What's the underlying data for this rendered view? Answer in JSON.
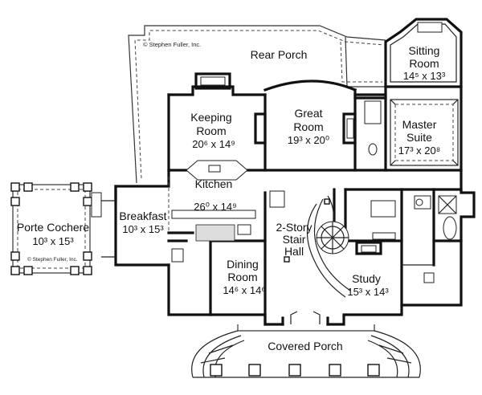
{
  "copyright_top": "© Stephen Fuller, Inc.",
  "copyright_bottom": "© Stephen Fuller, Inc.",
  "rooms": {
    "rear_porch": {
      "name": "Rear Porch"
    },
    "sitting_room": {
      "name_1": "Sitting",
      "name_2": "Room",
      "dim": "14⁵ x 13³"
    },
    "keeping_room": {
      "name_1": "Keeping",
      "name_2": "Room",
      "dim": "20⁶ x 14⁹"
    },
    "great_room": {
      "name_1": "Great",
      "name_2": "Room",
      "dim": "19³ x 20⁰"
    },
    "master_suite": {
      "name_1": "Master",
      "name_2": "Suite",
      "dim": "17³ x 20⁸"
    },
    "kitchen": {
      "name": "Kitchen",
      "dim": "26⁰ x 14⁹"
    },
    "breakfast": {
      "name": "Breakfast",
      "dim": "10³ x 15³"
    },
    "porte_cochere": {
      "name": "Porte Cochere",
      "dim": "10³ x 15³"
    },
    "stair_hall": {
      "name_1": "2-Story",
      "name_2": "Stair",
      "name_3": "Hall"
    },
    "dining_room": {
      "name_1": "Dining",
      "name_2": "Room",
      "dim": "14⁶ x 14⁶"
    },
    "study": {
      "name": "Study",
      "dim": "15³ x 14³"
    },
    "covered_porch": {
      "name": "Covered Porch"
    }
  }
}
